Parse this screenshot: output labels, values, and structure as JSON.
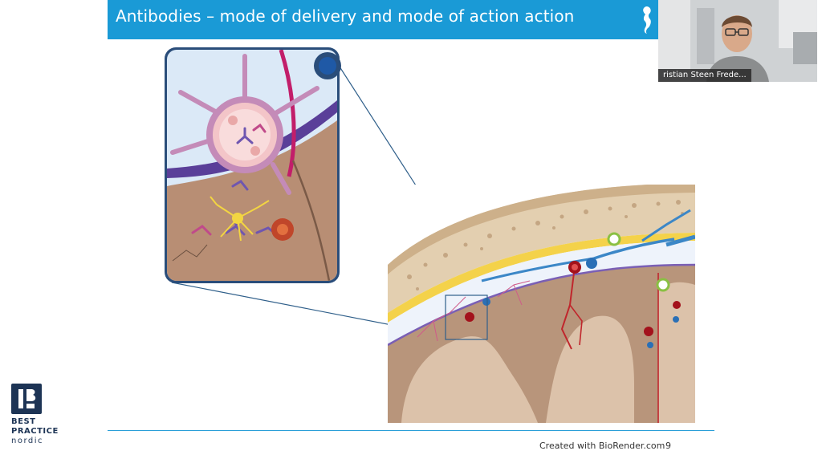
{
  "slide": {
    "title": "Antibodies – mode of delivery and mode of action action",
    "credit": "Created with BioRender.com",
    "page_number": "9"
  },
  "video": {
    "participant_name": "ristian Steen Frede..."
  },
  "brand": {
    "line1": "BEST",
    "line2": "PRACTICE",
    "line3": "nordic"
  }
}
